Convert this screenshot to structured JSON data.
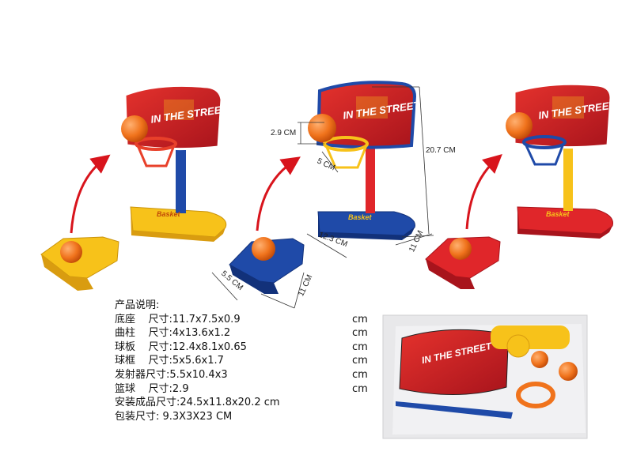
{
  "backboard_text": "IN THE STREET",
  "base_text": "Basket",
  "dimensions": {
    "ball_height": "2.9 CM",
    "hoop_width": "5 CM",
    "total_height": "20.7 CM",
    "base_length": "12.3 CM",
    "base_depth": "11 CM",
    "launcher_width": "5.5 CM",
    "launcher_length": "11 CM"
  },
  "specs": {
    "title": "产品说明:",
    "rows": [
      {
        "label": "底座    尺寸:11.7x7.5x0.9",
        "unit": "cm"
      },
      {
        "label": "曲柱    尺寸:4x13.6x1.2",
        "unit": "cm"
      },
      {
        "label": "球板    尺寸:12.4x8.1x0.65",
        "unit": "cm"
      },
      {
        "label": "球框    尺寸:5x5.6x1.7",
        "unit": "cm"
      },
      {
        "label": "发射器尺寸:5.5x10.4x3",
        "unit": "cm"
      },
      {
        "label": "篮球    尺寸:2.9",
        "unit": "cm"
      }
    ],
    "assembled": "安装成品尺寸:24.5x11.8x20.2 cm",
    "package": "包装尺寸: 9.3X3X23 CM"
  },
  "colors": {
    "arrow": "#d8141c",
    "yellow": "#f7c21a",
    "blue": "#1f4aa8",
    "red": "#e0262a",
    "ball": "#f0731c",
    "backboard": "#c9202a"
  }
}
